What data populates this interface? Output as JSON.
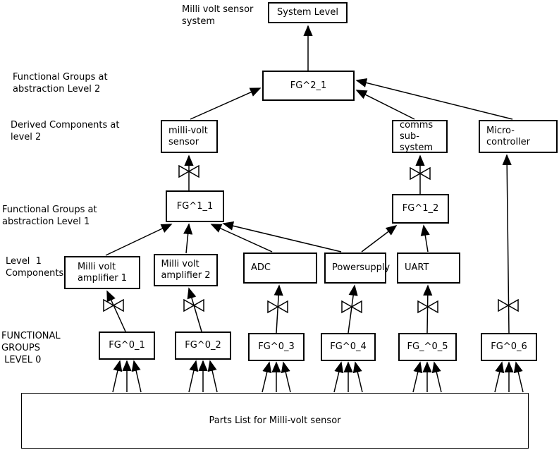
{
  "labels": {
    "system_note": "Milli volt sensor\nsystem",
    "level2_groups": "Functional Groups at\nabstraction Level 2",
    "level2_derived": "Derived Components at\nlevel 2",
    "level1_groups": "Functional Groups at\nabstraction Level 1",
    "level1_components": "Level  1\nComponents",
    "level0_groups": "FUNCTIONAL\nGROUPS\n LEVEL 0"
  },
  "nodes": {
    "system_level": "System Level",
    "fg2_1": "FG^2_1",
    "millivolt_sensor": "milli-volt\nsensor",
    "comms_subsystem": "comms\nsub-system",
    "microcontroller": "Micro-\ncontroller",
    "fg1_1": "FG^1_1",
    "fg1_2": "FG^1_2",
    "amp1": "Milli volt\namplifier 1",
    "amp2": "Milli volt\namplifier 2",
    "adc": "ADC",
    "powersupply": "Powersupply",
    "uart": "UART",
    "fg0_1": "FG^0_1",
    "fg0_2": "FG^0_2",
    "fg0_3": "FG^0_3",
    "fg0_4": "FG^0_4",
    "fg0_5": "FG_^0_5",
    "fg0_6": "FG^0_6",
    "parts_list": "Parts List for Milli-volt sensor"
  },
  "colors": {
    "line": "#000000",
    "background": "#ffffff"
  }
}
